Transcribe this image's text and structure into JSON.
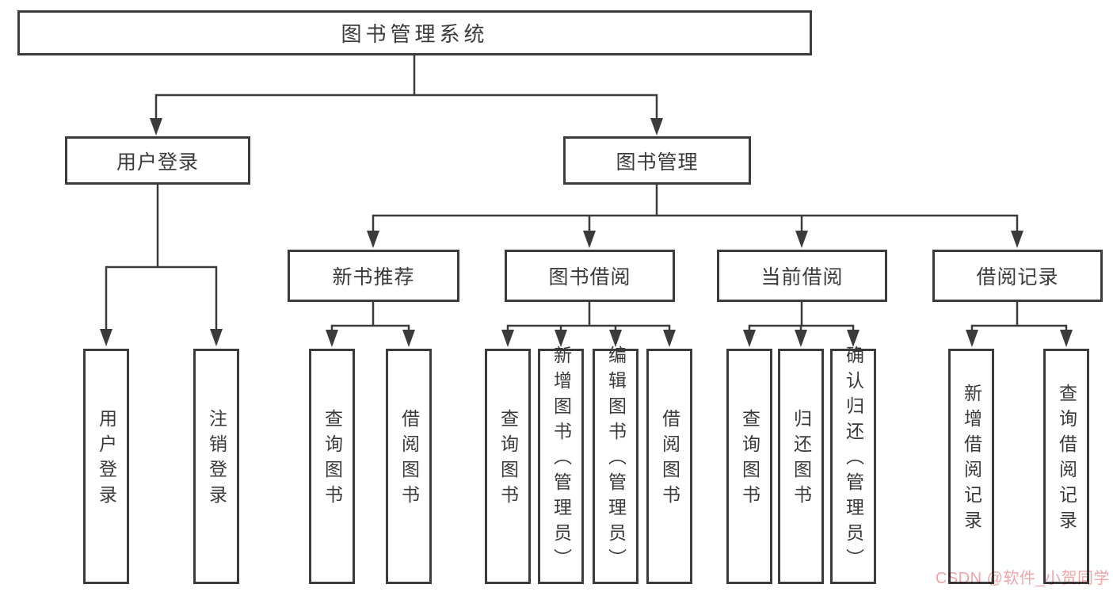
{
  "tree": {
    "root": {
      "label": "图书管理系统"
    },
    "branches": [
      {
        "label": "用户登录",
        "children": [
          {
            "label": "用户登录"
          },
          {
            "label": "注销登录"
          }
        ]
      },
      {
        "label": "图书管理",
        "children": [
          {
            "label": "新书推荐",
            "children": [
              {
                "label": "查询图书"
              },
              {
                "label": "借阅图书"
              }
            ]
          },
          {
            "label": "图书借阅",
            "children": [
              {
                "label": "查询图书"
              },
              {
                "label": "新增图书（管理员）"
              },
              {
                "label": "编辑图书（管理员）"
              },
              {
                "label": "借阅图书"
              }
            ]
          },
          {
            "label": "当前借阅",
            "children": [
              {
                "label": "查询图书"
              },
              {
                "label": "归还图书"
              },
              {
                "label": "确认归还（管理员）"
              }
            ]
          },
          {
            "label": "借阅记录",
            "children": [
              {
                "label": "新增借阅记录"
              },
              {
                "label": "查询借阅记录"
              }
            ]
          }
        ]
      }
    ]
  },
  "watermark": {
    "text": "CSDN @软件_小贺同学",
    "color": "#f2a4a8"
  },
  "colors": {
    "line": "#3b3b3b",
    "box_border": "#3b3b3b",
    "text": "#3a3a3a",
    "background": "#ffffff"
  }
}
